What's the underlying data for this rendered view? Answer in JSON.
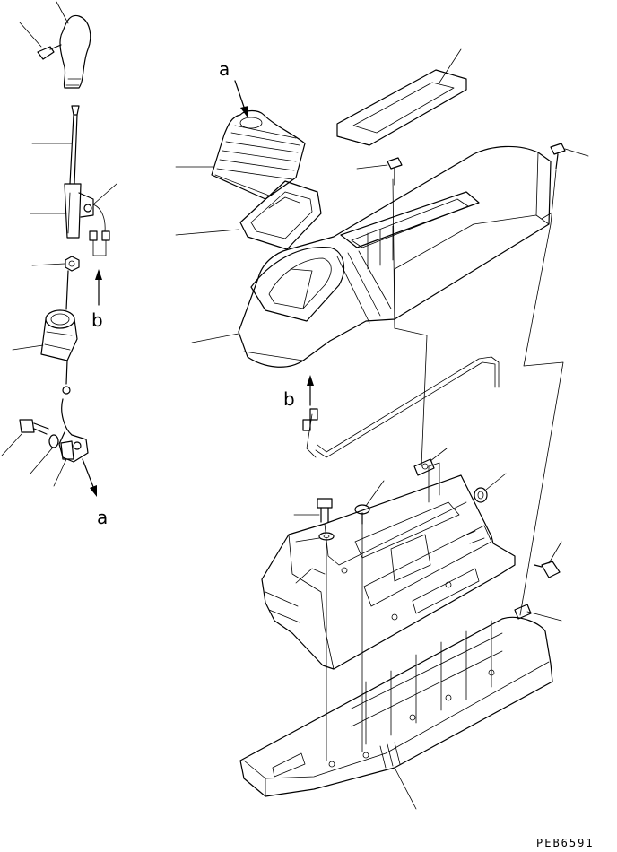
{
  "callouts": {
    "a_top": "a",
    "b_left": "b",
    "b_mid": "b",
    "a_bottom": "a"
  },
  "drawing_code": "PEB6591",
  "colors": {
    "ink": "#000000",
    "paper": "#ffffff"
  }
}
